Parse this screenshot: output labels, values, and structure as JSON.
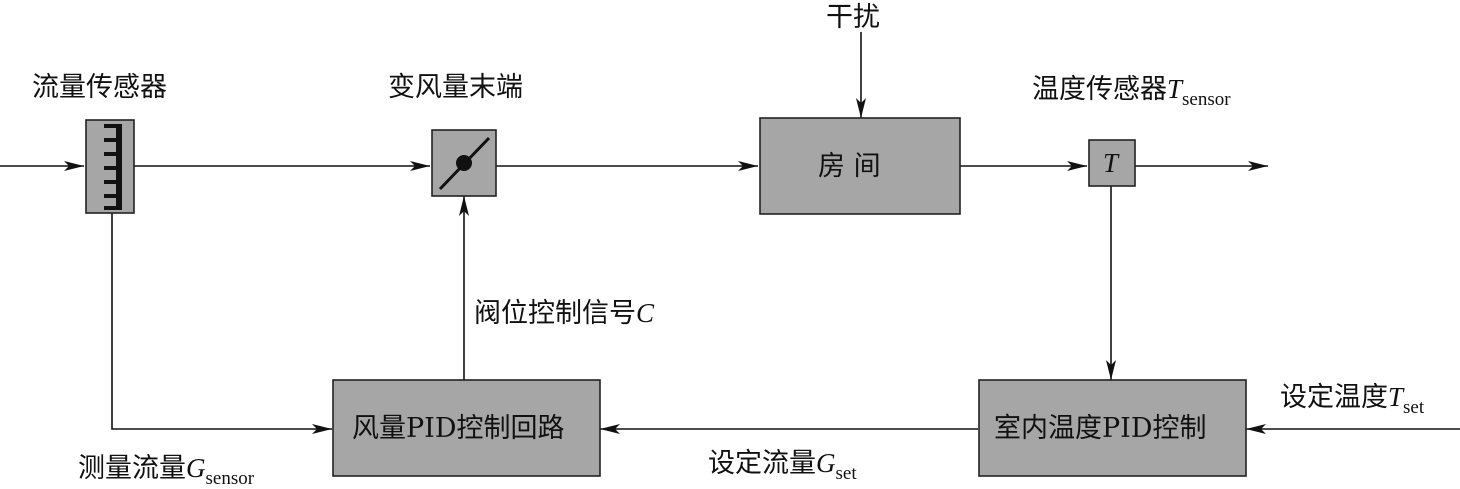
{
  "labels": {
    "flow_sensor": "流量传感器",
    "vav_terminal": "变风量末端",
    "disturbance": "干扰",
    "temp_sensor": "温度传感器",
    "temp_sensor_symbol": "T",
    "temp_sensor_sub": "sensor",
    "valve_signal": "阀位控制信号",
    "valve_signal_symbol": "C",
    "measured_flow": "测量流量",
    "measured_flow_symbol": "G",
    "measured_flow_sub": "sensor",
    "set_flow": "设定流量",
    "set_flow_symbol": "G",
    "set_flow_sub": "set",
    "set_temp": "设定温度",
    "set_temp_symbol": "T",
    "set_temp_sub": "set"
  },
  "blocks": {
    "room": "房  间",
    "temp_block": "T",
    "flow_pid": "风量PID控制回路",
    "temp_pid": "室内温度PID控制"
  },
  "colors": {
    "block_fill": "#a6a6a6",
    "line": "#111111"
  }
}
